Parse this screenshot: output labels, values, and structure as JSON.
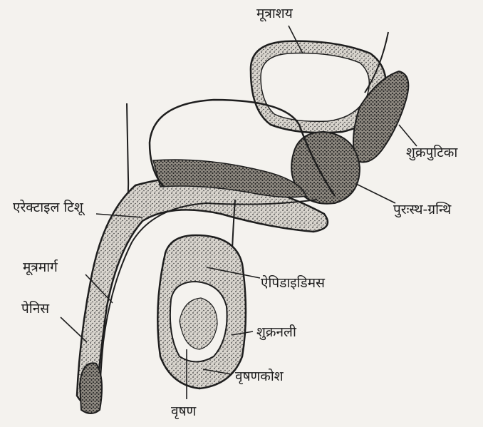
{
  "diagram": {
    "labels": {
      "bladder": "मूत्राशय",
      "seminal_vesicle": "शुक्रपुटिका",
      "prostate": "पुरःस्थ-ग्रन्थि",
      "erectile_tissue": "एरेक्टाइल टिशू",
      "urethra": "मूत्रमार्ग",
      "penis": "पेनिस",
      "epididymis": "ऐपिडाइडिमस",
      "vas_deferens": "शुक्रनली",
      "scrotum": "वृषणकोश",
      "testis": "वृषण"
    },
    "colors": {
      "ink": "#1e1e1e",
      "paper": "#f4f2ee",
      "stipple": "#3a3a3a"
    }
  }
}
